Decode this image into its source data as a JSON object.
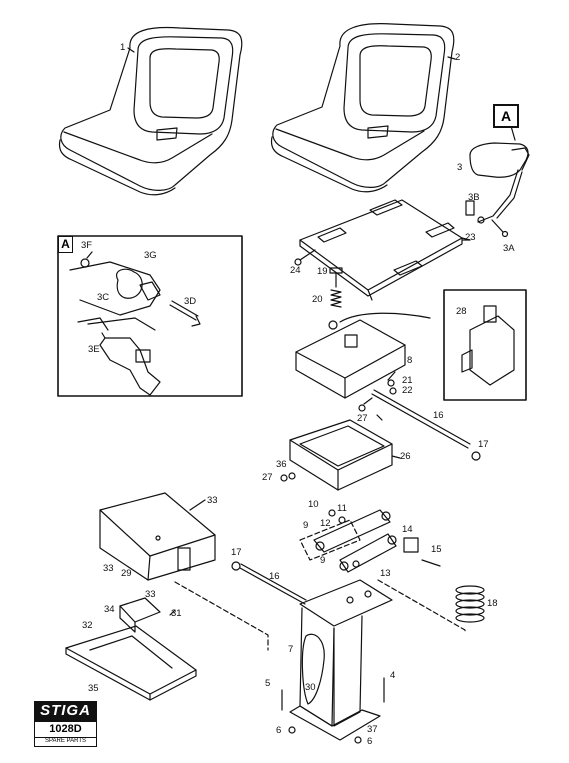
{
  "inset_letter": "A",
  "callout_letter": "A",
  "brand": {
    "name": "STIGA",
    "code": "1028D",
    "subtitle": "SPARE PARTS"
  },
  "part_labels": [
    {
      "id": "l1",
      "text": "1"
    },
    {
      "id": "l2",
      "text": "2"
    },
    {
      "id": "l3",
      "text": "3"
    },
    {
      "id": "l3a",
      "text": "3A"
    },
    {
      "id": "l3b",
      "text": "3B"
    },
    {
      "id": "l3c",
      "text": "3C"
    },
    {
      "id": "l3d",
      "text": "3D"
    },
    {
      "id": "l3e",
      "text": "3E"
    },
    {
      "id": "l3f",
      "text": "3F"
    },
    {
      "id": "l3g",
      "text": "3G"
    },
    {
      "id": "l4",
      "text": "4"
    },
    {
      "id": "l5",
      "text": "5"
    },
    {
      "id": "l6a",
      "text": "6"
    },
    {
      "id": "l6b",
      "text": "6"
    },
    {
      "id": "l7",
      "text": "7"
    },
    {
      "id": "l8",
      "text": "8"
    },
    {
      "id": "l9a",
      "text": "9"
    },
    {
      "id": "l9b",
      "text": "9"
    },
    {
      "id": "l10",
      "text": "10"
    },
    {
      "id": "l11",
      "text": "11"
    },
    {
      "id": "l12",
      "text": "12"
    },
    {
      "id": "l13",
      "text": "13"
    },
    {
      "id": "l14",
      "text": "14"
    },
    {
      "id": "l15",
      "text": "15"
    },
    {
      "id": "l16a",
      "text": "16"
    },
    {
      "id": "l16b",
      "text": "16"
    },
    {
      "id": "l17a",
      "text": "17"
    },
    {
      "id": "l17b",
      "text": "17"
    },
    {
      "id": "l18",
      "text": "18"
    },
    {
      "id": "l19",
      "text": "19"
    },
    {
      "id": "l20",
      "text": "20"
    },
    {
      "id": "l21",
      "text": "21"
    },
    {
      "id": "l22",
      "text": "22"
    },
    {
      "id": "l23",
      "text": "23"
    },
    {
      "id": "l24",
      "text": "24"
    },
    {
      "id": "l26",
      "text": "26"
    },
    {
      "id": "l27a",
      "text": "27"
    },
    {
      "id": "l27b",
      "text": "27"
    },
    {
      "id": "l28",
      "text": "28"
    },
    {
      "id": "l29",
      "text": "29"
    },
    {
      "id": "l30",
      "text": "30"
    },
    {
      "id": "l31",
      "text": "31"
    },
    {
      "id": "l32",
      "text": "32"
    },
    {
      "id": "l33a",
      "text": "33"
    },
    {
      "id": "l33b",
      "text": "33"
    },
    {
      "id": "l33c",
      "text": "33"
    },
    {
      "id": "l34",
      "text": "34"
    },
    {
      "id": "l35",
      "text": "35"
    },
    {
      "id": "l36",
      "text": "36"
    },
    {
      "id": "l37",
      "text": "37"
    }
  ],
  "colors": {
    "line": "#111111",
    "paper": "#ffffff"
  }
}
